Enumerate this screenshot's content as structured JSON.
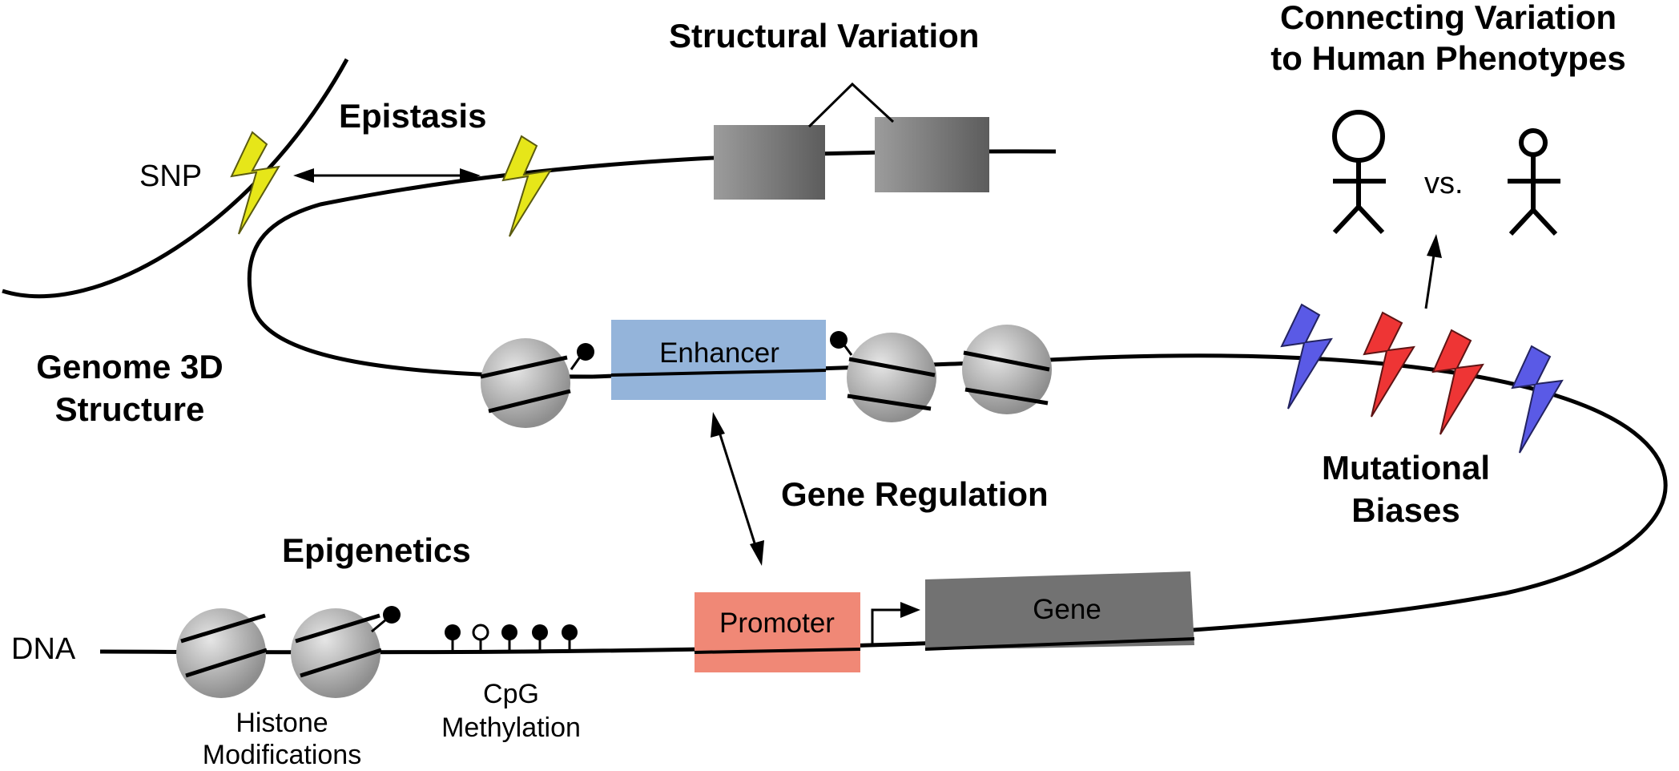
{
  "labels": {
    "structural_variation": "Structural Variation",
    "connecting_line1": "Connecting Variation",
    "connecting_line2": "to Human Phenotypes",
    "epistasis": "Epistasis",
    "snp": "SNP",
    "vs": "vs.",
    "genome3d_line1": "Genome 3D",
    "genome3d_line2": "Structure",
    "enhancer": "Enhancer",
    "gene_regulation": "Gene Regulation",
    "mutational_line1": "Mutational",
    "mutational_line2": "Biases",
    "epigenetics": "Epigenetics",
    "dna": "DNA",
    "promoter": "Promoter",
    "gene": "Gene",
    "histone_line1": "Histone",
    "histone_line2": "Modifications",
    "cpg_line1": "CpG",
    "cpg_line2": "Methylation"
  },
  "colors": {
    "snp_bolt": "#e6e619",
    "mutation_blue": "#5a5ae6",
    "mutation_red": "#ee3535",
    "enhancer_box": "#94b4da",
    "promoter_box": "#f08876",
    "gene_box": "#727272",
    "nucleosome": "#b4b4b4"
  },
  "icons": {
    "snp_marker": "lightning-bolt-icon",
    "mutation_marker": "lightning-bolt-icon",
    "person": "stick-figure-icon",
    "transcription_start": "right-angle-arrow-icon"
  }
}
